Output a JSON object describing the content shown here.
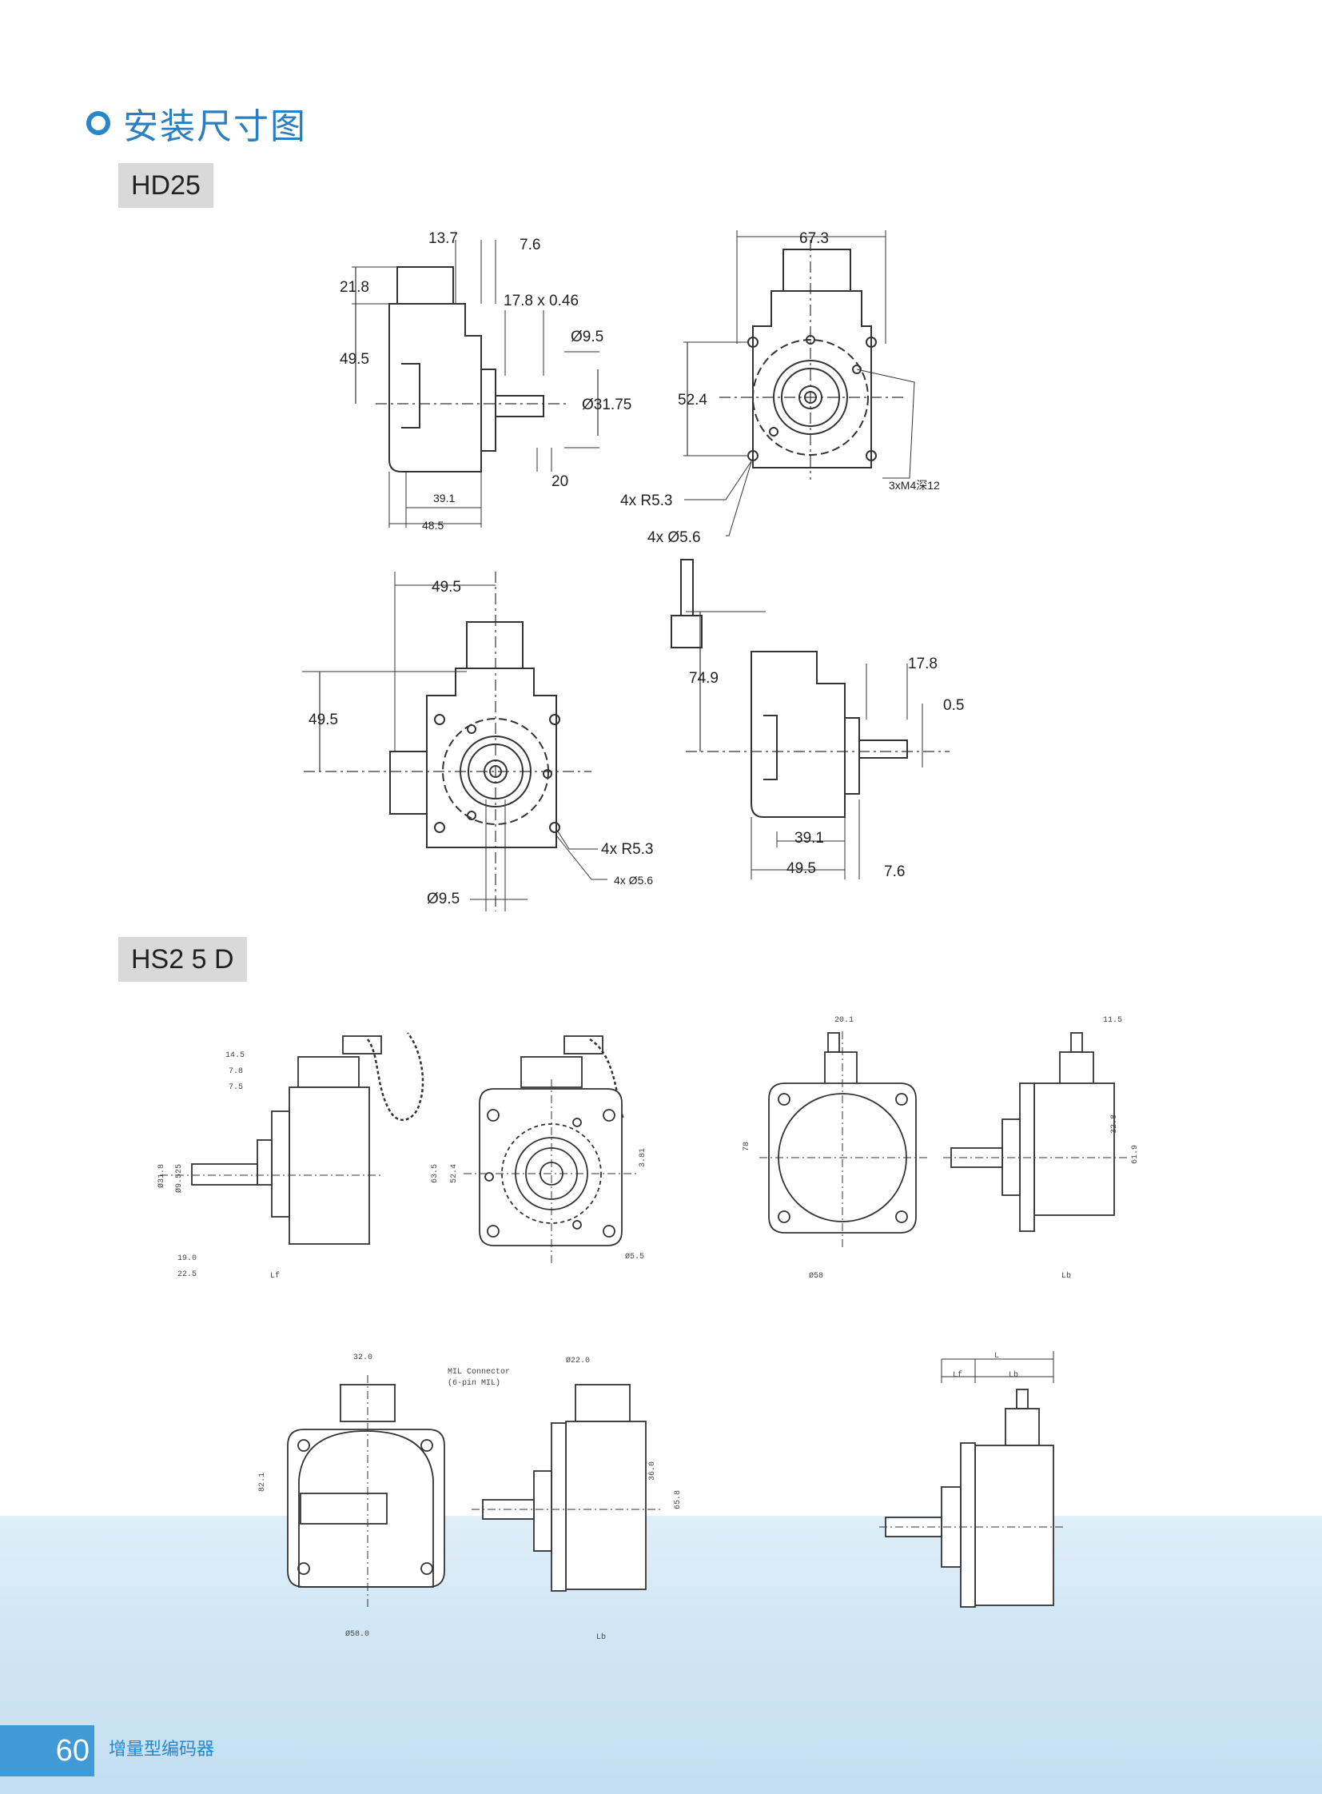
{
  "section": {
    "title": "安装尺寸图"
  },
  "models": {
    "hd25": "HD25",
    "hs25d": "HS2 5 D"
  },
  "hd25_dims": {
    "d13_7": "13.7",
    "d7_6": "7.6",
    "d21_8": "21.8",
    "d17_8x": "17.8 x 0.46",
    "d_phi9_5": "Ø9.5",
    "d49_5": "49.5",
    "d_phi31_75": "Ø31.75",
    "d20": "20",
    "d39_1": "39.1",
    "d48_5": "48.5",
    "d67_3": "67.3",
    "d52_4": "52.4",
    "r5_3": "4x R5.3",
    "phi5_6": "4x Ø5.6",
    "m4": "3xM4深12",
    "v49_5_top": "49.5",
    "v49_5_left": "49.5",
    "v_r5_3": "4x R5.3",
    "v_phi5_6": "4x Ø5.6",
    "v_phi9_5": "Ø9.5",
    "s74_9": "74.9",
    "s17_8": "17.8",
    "s0_5": "0.5",
    "s39_1": "39.1",
    "s49_5": "49.5",
    "s7_6": "7.6"
  },
  "hs25d_dims": {
    "a14_5": "14.5",
    "a7_8": "7.8",
    "a7_5": "7.5",
    "a31_8": "Ø31.8",
    "a9_525": "Ø9.525",
    "a19_0": "19.0",
    "a22_5": "22.5",
    "aLf": "Lf",
    "a63_5": "63.5",
    "a52_4": "52.4",
    "a3_81": "3.81",
    "a5_5": "Ø5.5",
    "b20_1": "20.1",
    "b78": "78",
    "b58": "Ø58",
    "c11_5": "11.5",
    "c32_8": "32.8",
    "c61_9": "61.9",
    "cLb": "Lb",
    "d32_0": "32.0",
    "mil1": "MIL Connector",
    "mil2": "(6-pin MIL)",
    "d82_1": "82.1",
    "d58_0": "Ø58.0",
    "e22_0": "Ø22.0",
    "e36_0": "36.0",
    "e65_8": "65.8",
    "eLb": "Lb",
    "fL": "L",
    "fLf": "Lf",
    "fLb": "Lb"
  },
  "footer": {
    "page": "60",
    "label": "增量型编码器"
  }
}
